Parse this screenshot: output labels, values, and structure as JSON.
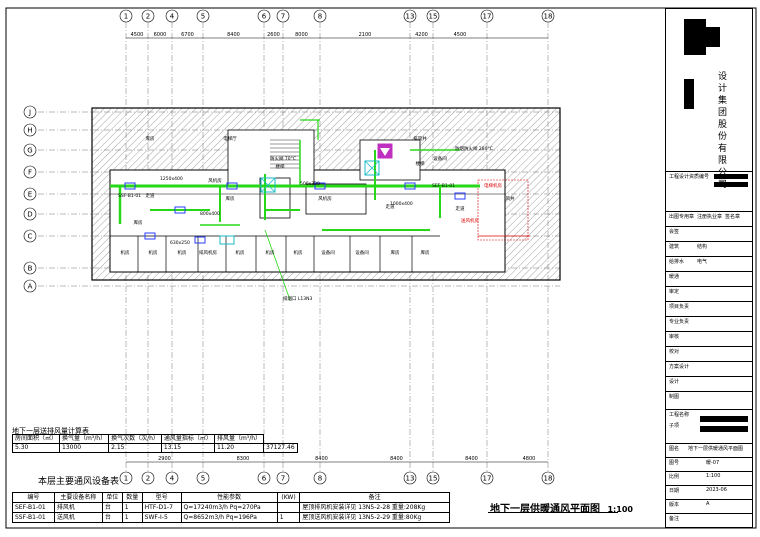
{
  "grid_top": [
    "1",
    "2",
    "4",
    "5",
    "6",
    "7",
    "8",
    "13",
    "15",
    "17",
    "18"
  ],
  "grid_bottom": [
    "1",
    "2",
    "4",
    "5",
    "6",
    "7",
    "8",
    "13",
    "15",
    "17",
    "18"
  ],
  "grid_left": [
    "J",
    "H",
    "G",
    "F",
    "E",
    "D",
    "C",
    "B",
    "A"
  ],
  "dims_top": [
    "4500",
    "6000",
    "6700",
    "8400",
    "2600",
    "8000",
    "2100",
    "4200",
    "4500"
  ],
  "dims_bottom": [
    "2900",
    "8300",
    "8400",
    "8400",
    "8400",
    "4800"
  ],
  "rooms": [
    "走道",
    "走道",
    "机房",
    "机房",
    "机房",
    "排风机房",
    "机房",
    "机房",
    "机房",
    "楼梯",
    "楼梯",
    "风机房",
    "风机房",
    "电梯厅",
    "走道",
    "设备间",
    "设备间",
    "库房",
    "库房",
    "库房",
    "库房",
    "库房",
    "电梯机房",
    "设备间",
    "送风机房",
    "排风井",
    "风井"
  ],
  "annotations": [
    "SEF-B1-01",
    "SSF-B1-01",
    "1250x400",
    "800x400",
    "500x320",
    "1000x400",
    "630x250",
    "防火阀 70°C",
    "排烟口 L13N3",
    "防烟防火阀 280°C"
  ],
  "stats_table": {
    "title": "地下一层送排风量计算表",
    "headers": [
      "房间面积（㎡）",
      "换气量（m³/h）",
      "换气次数（次/h）",
      "通风量指标（㎡）",
      "排风量（m³/h）"
    ],
    "values": [
      "5.30",
      "13000",
      "2.15",
      "13.15",
      "11.20",
      "37127.46"
    ]
  },
  "schedule": {
    "title": "本层主要通风设备表",
    "headers": [
      "编号",
      "主要设备名称",
      "单位",
      "数量",
      "型号",
      "性能参数",
      "(KW)",
      "备注"
    ],
    "rows": [
      [
        "SEF-B1-01",
        "排风机",
        "台",
        "1",
        "HTF-D1-7",
        "Q=17240m3/h  Pq=270Pa",
        "",
        "屋顶排风机安装详见 13N5-2-28  重量:208Kg"
      ],
      [
        "SSF-B1-01",
        "送风机",
        "台",
        "1",
        "SWF-I-5",
        "Q=8652m3/h  Pq=196Pa",
        "1",
        "屋顶送风机安装详见 13N5-2-29  重量:80Kg"
      ]
    ]
  },
  "drawing_title": "地下一层供暖通风平面图",
  "drawing_scale": "1:100",
  "title_block": {
    "company": "设计集团股份有限公司",
    "cert_label": "工程设计资质编号",
    "rows": [
      {
        "a": "出图专用章",
        "b": "注册执业章",
        "c": "签名章"
      },
      {
        "a": "会签",
        "b": "",
        "c": ""
      },
      {
        "a": "建筑",
        "b": "结构",
        "c": ""
      },
      {
        "a": "给排水",
        "b": "电气",
        "c": ""
      },
      {
        "a": "暖通",
        "b": "",
        "c": ""
      },
      {
        "a": "审定",
        "b": "",
        "c": ""
      },
      {
        "a": "项目负责",
        "b": "",
        "c": ""
      },
      {
        "a": "专业负责",
        "b": "",
        "c": ""
      },
      {
        "a": "审核",
        "b": "",
        "c": ""
      },
      {
        "a": "校对",
        "b": "",
        "c": ""
      },
      {
        "a": "方案设计",
        "b": "",
        "c": ""
      },
      {
        "a": "设计",
        "b": "",
        "c": ""
      },
      {
        "a": "制图",
        "b": "",
        "c": ""
      }
    ],
    "project_label": "工程名称",
    "sub_label": "子项",
    "drawing_name_label": "图名",
    "drawing_name": "地下一层供暖通风平面图",
    "fields": [
      {
        "label": "图号",
        "value": "暖-07"
      },
      {
        "label": "比例",
        "value": "1:100"
      },
      {
        "label": "日期",
        "value": "2023-06"
      },
      {
        "label": "版本",
        "value": "A"
      },
      {
        "label": "备注",
        "value": ""
      }
    ]
  }
}
